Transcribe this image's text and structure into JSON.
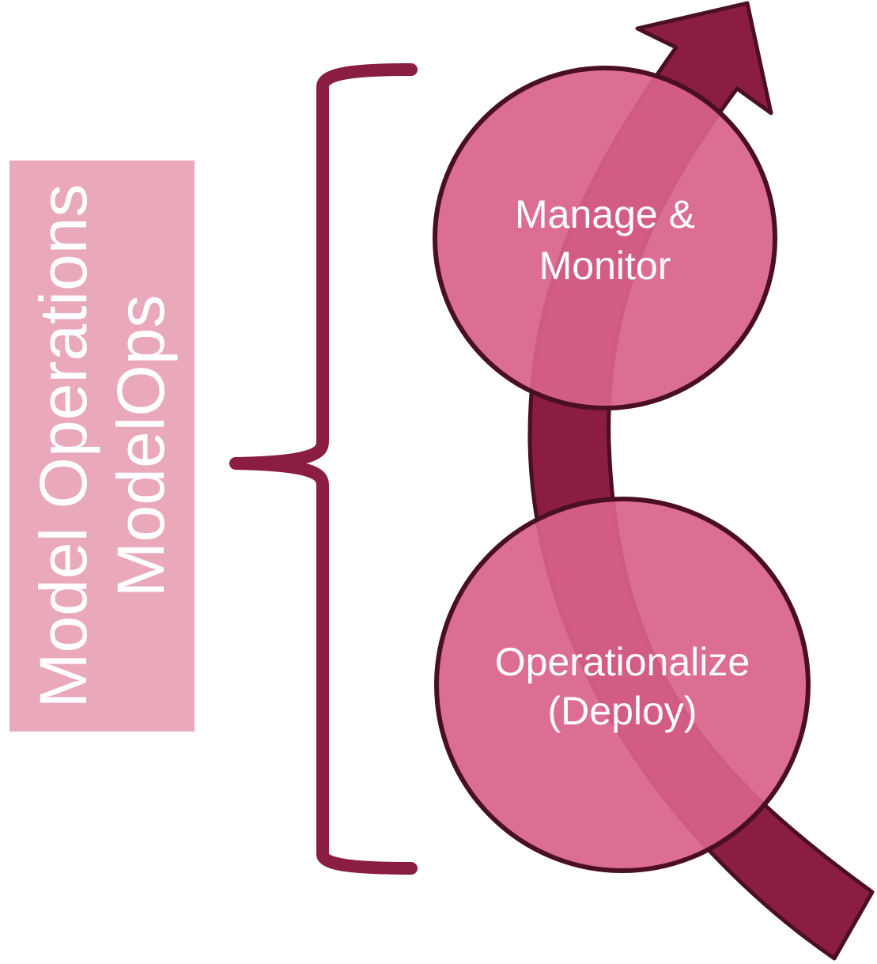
{
  "side_label": {
    "line1": "Model Operations",
    "line2": "ModelOps"
  },
  "nodes": {
    "top": {
      "line1": "Manage &",
      "line2": "Monitor"
    },
    "bottom": {
      "line1": "Operationalize",
      "line2": "(Deploy)"
    }
  },
  "colors": {
    "label_box": "#eaa8bb",
    "circle_fill": "#d9628a",
    "circle_stroke": "#4a0f22",
    "arrow_fill": "#8b1d40",
    "brace": "#8b1d40",
    "text": "#ffffff"
  }
}
